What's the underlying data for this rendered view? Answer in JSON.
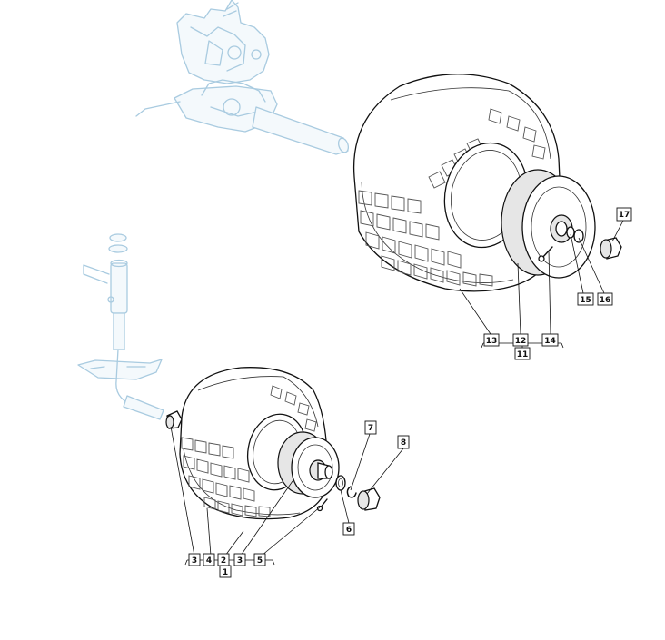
{
  "diagram": {
    "callouts": {
      "c1": "1",
      "c2": "2",
      "c3a": "3",
      "c3b": "3",
      "c4": "4",
      "c5": "5",
      "c6": "6",
      "c7": "7",
      "c8": "8",
      "c11": "11",
      "c12": "12",
      "c13": "13",
      "c14": "14",
      "c15": "15",
      "c16": "16",
      "c17": "17"
    },
    "colors": {
      "context_line": "#a9cbe0",
      "part_line": "#111111",
      "background": "#ffffff"
    }
  }
}
